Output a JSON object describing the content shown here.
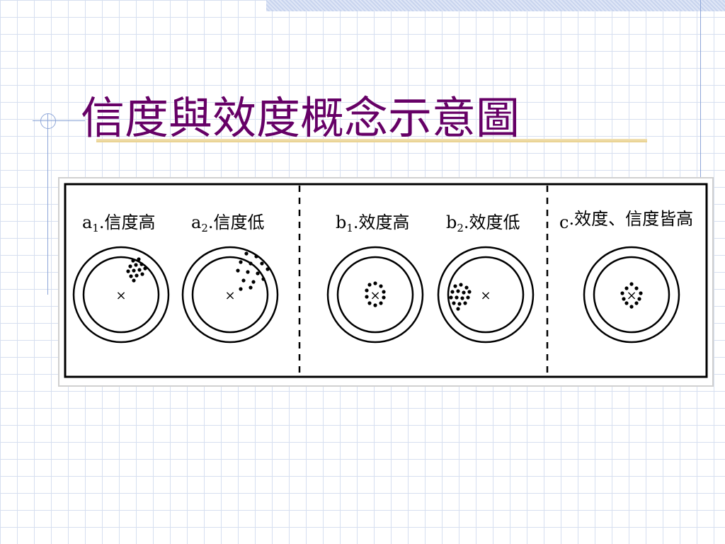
{
  "slide": {
    "title": "信度與效度概念示意圖"
  },
  "diagram": {
    "panels": [
      {
        "prefix": "a",
        "subscript": "1",
        "suffix": ".信度高"
      },
      {
        "prefix": "a",
        "subscript": "2",
        "suffix": ".信度低"
      },
      {
        "prefix": "b",
        "subscript": "1",
        "suffix": ".效度高"
      },
      {
        "prefix": "b",
        "subscript": "2",
        "suffix": ".效度低"
      },
      {
        "prefix": "c",
        "subscript": "",
        "suffix": ".效度、信度皆高"
      }
    ],
    "center_mark": "×"
  }
}
